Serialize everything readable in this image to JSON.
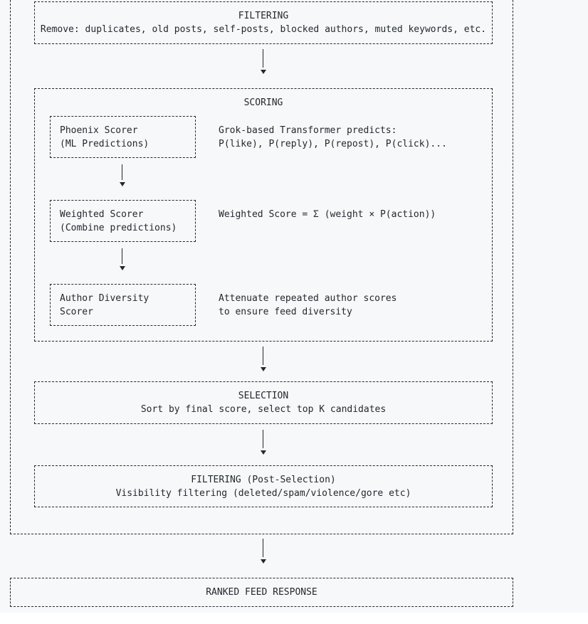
{
  "colors": {
    "background": "#f6f8fa",
    "ink": "#24292e"
  },
  "diagram": {
    "filtering": {
      "title": "FILTERING",
      "body": "Remove: duplicates, old posts, self-posts, blocked authors, muted keywords, etc."
    },
    "scoring": {
      "title": "SCORING",
      "steps": [
        {
          "box_line1": "Phoenix Scorer",
          "box_line2": "(ML Predictions)",
          "desc_line1": "Grok-based Transformer predicts:",
          "desc_line2": "P(like), P(reply), P(repost), P(click)..."
        },
        {
          "box_line1": "Weighted Scorer",
          "box_line2": "(Combine predictions)",
          "desc_line1": "Weighted Score = Σ (weight × P(action))",
          "desc_line2": ""
        },
        {
          "box_line1": "Author Diversity",
          "box_line2": "Scorer",
          "desc_line1": "Attenuate repeated author scores",
          "desc_line2": "to ensure feed diversity"
        }
      ]
    },
    "selection": {
      "title": "SELECTION",
      "body": "Sort by final score, select top K candidates"
    },
    "post_filtering": {
      "title": "FILTERING (Post-Selection)",
      "body": "Visibility filtering (deleted/spam/violence/gore etc)"
    },
    "ranked_feed": {
      "title": "RANKED FEED RESPONSE"
    }
  }
}
